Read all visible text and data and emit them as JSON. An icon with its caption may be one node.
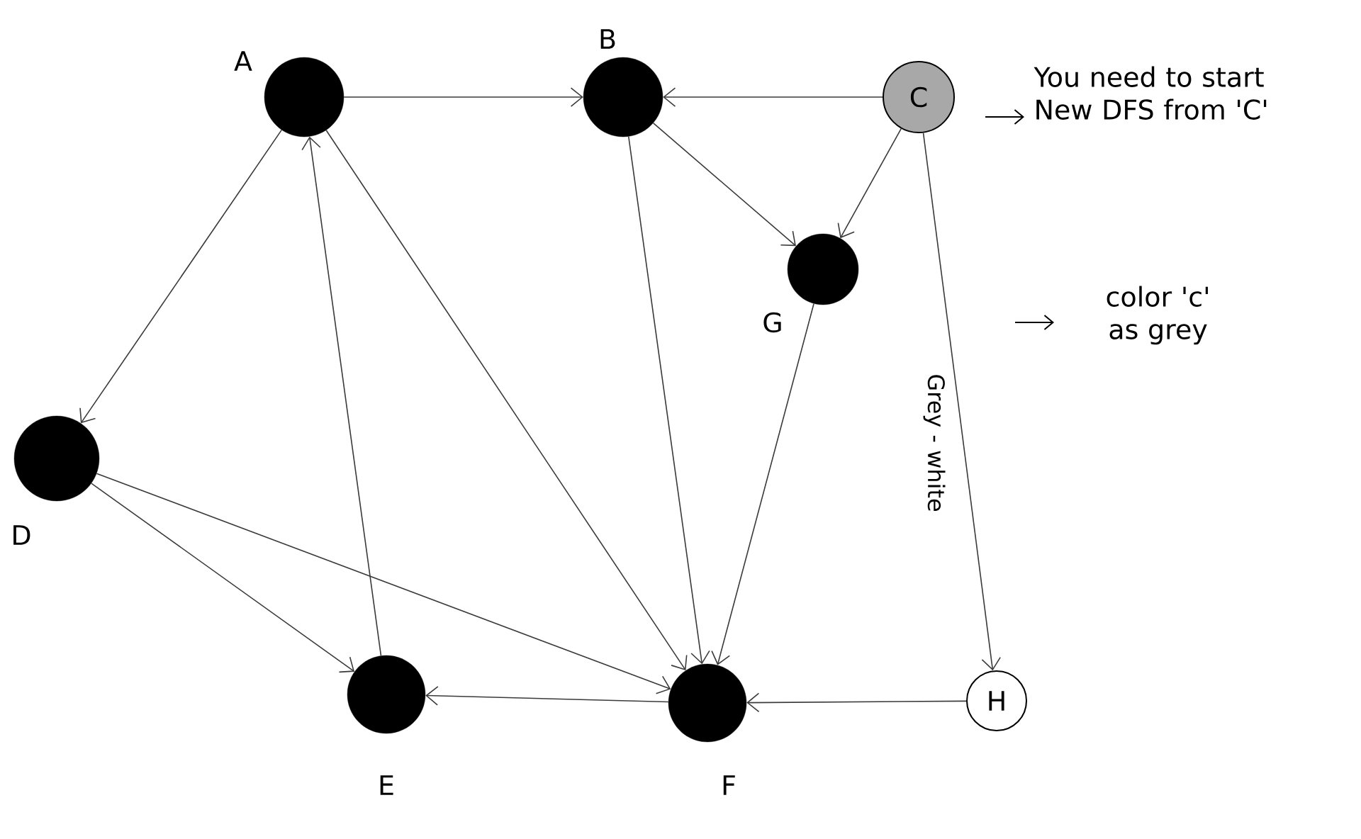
{
  "diagram": {
    "nodes": [
      {
        "text": [],
        "shape": "circle",
        "beside": [
          "A"
        ]
      },
      {
        "text": [],
        "shape": "circle",
        "beside": [
          "B"
        ]
      },
      {
        "text": [
          "C"
        ]
      },
      {
        "text": [],
        "shape": "circle",
        "beside": [
          "G"
        ]
      },
      {
        "text": [],
        "shape": "circle",
        "beside": [
          "D"
        ]
      },
      {
        "text": [],
        "shape": "circle",
        "beside": [
          "E"
        ]
      },
      {
        "text": [],
        "shape": "circle",
        "beside": [
          "F"
        ]
      },
      {
        "text": [
          "H"
        ]
      }
    ],
    "edges": [
      {
        "from": 0,
        "to": 1,
        "arrow": "to"
      },
      {
        "from": 2,
        "to": 1,
        "arrow": "to"
      },
      {
        "from": 1,
        "to": 3,
        "arrow": "to"
      },
      {
        "from": 2,
        "to": 3,
        "arrow": "to"
      },
      {
        "from": 0,
        "to": 4,
        "arrow": "to"
      },
      {
        "from": 5,
        "to": 0,
        "arrow": "to"
      },
      {
        "from": 0,
        "to": 6,
        "arrow": "to"
      },
      {
        "from": 1,
        "to": 6,
        "arrow": "to"
      },
      {
        "from": 3,
        "to": 6,
        "arrow": "to"
      },
      {
        "from": 2,
        "to": 7,
        "arrow": "to",
        "label": "Grey - white"
      },
      {
        "from": 7,
        "to": 6,
        "arrow": "to"
      },
      {
        "from": 6,
        "to": 5,
        "arrow": "to"
      },
      {
        "from": 4,
        "to": 5,
        "arrow": "to"
      },
      {
        "from": 4,
        "to": 6,
        "arrow": "to"
      }
    ],
    "labels": [
      "You need to start New DFS from 'C'",
      "color 'c' as grey"
    ]
  }
}
